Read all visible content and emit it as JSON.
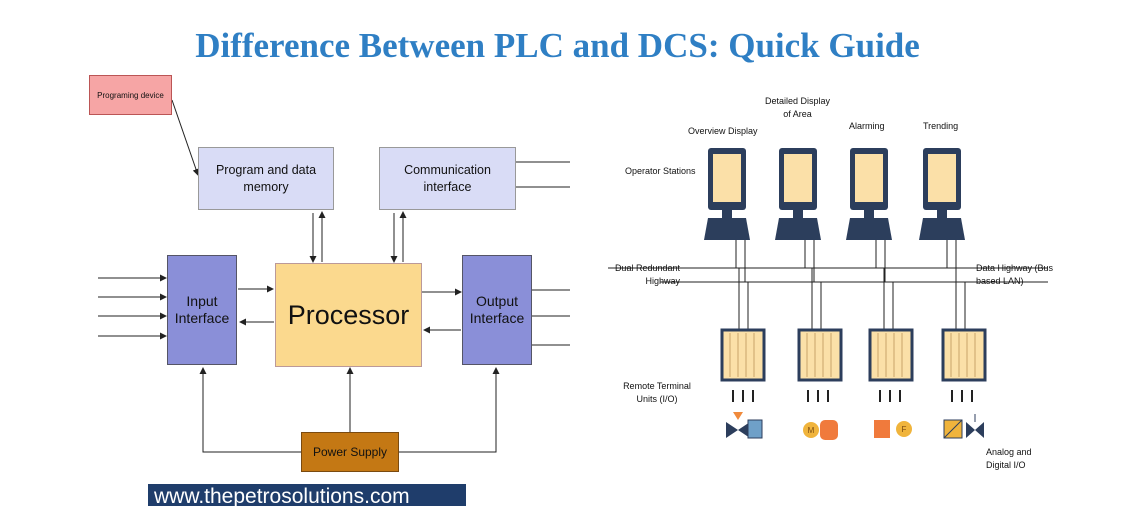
{
  "title": "Difference Between PLC and DCS: Quick Guide",
  "plc": {
    "programming_device": "Programing device",
    "program_memory": "Program and data memory",
    "communication": "Communication interface",
    "processor": "Processor",
    "input": "Input Interface",
    "output": "Output Interface",
    "power": "Power Supply"
  },
  "dcs": {
    "overview": "Overview Display",
    "detailed": "Detailed Display of Area",
    "alarming": "Alarming",
    "trending": "Trending",
    "operator_stations": "Operator Stations",
    "dual_redundant": "Dual Redundant Highway",
    "data_highway": "Data Highway (Bus based LAN)",
    "rtu": "Remote Terminal Units (I/O)",
    "analog_digital": "Analog and Digital I/O"
  },
  "website": "www.thepetrosolutions.com",
  "colors": {
    "title": "#2f7fc4",
    "memory_box": "#d9dcf6",
    "processor": "#fbd98e",
    "interface": "#8a8fd8",
    "power": "#c47814",
    "programming_device": "#f6a5a5",
    "monitor": "#2c3e5c",
    "screen": "#fbe0a8"
  }
}
